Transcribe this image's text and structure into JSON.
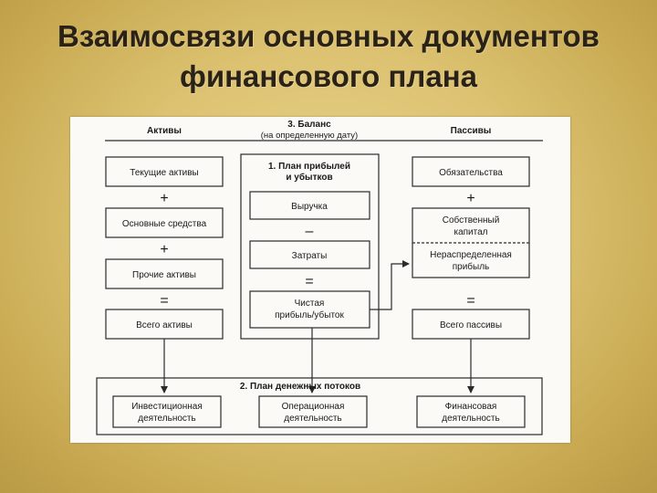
{
  "title": {
    "line1": "Взаимосвязи основных документов",
    "line2": "финансового плана"
  },
  "diagram": {
    "assets": {
      "header": "Активы",
      "items": [
        "Текущие активы",
        "Основные средства",
        "Прочие активы"
      ],
      "total": "Всего активы"
    },
    "balance": {
      "header": "3. Баланс",
      "subheader": "(на определенную дату)"
    },
    "pnl": {
      "header_line1": "1. План прибылей",
      "header_line2": "и убытков",
      "revenue": "Выручка",
      "costs": "Затраты",
      "net_line1": "Чистая",
      "net_line2": "прибыль/убыток"
    },
    "liabilities": {
      "header": "Пассивы",
      "obligations": "Обязательства",
      "equity_line1": "Собственный",
      "equity_line2": "капитал",
      "retained_line1": "Нераспределенная",
      "retained_line2": "прибыль",
      "total": "Всего пассивы"
    },
    "cashflow": {
      "header": "2. План денежных потоков",
      "investing_line1": "Инвестиционная",
      "investing_line2": "деятельность",
      "operating_line1": "Операционная",
      "operating_line2": "деятельность",
      "financing_line1": "Финансовая",
      "financing_line2": "деятельность"
    },
    "operators": {
      "plus": "+",
      "minus": "–",
      "equals": "="
    }
  }
}
